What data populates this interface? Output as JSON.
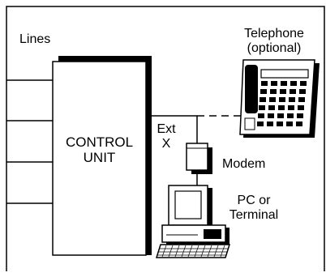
{
  "labels": {
    "lines": "Lines",
    "telephone_line1": "Telephone",
    "telephone_line2": "(optional)",
    "control_line1": "CONTROL",
    "control_line2": "UNIT",
    "ext_line1": "Ext",
    "ext_line2": "X",
    "modem": "Modem",
    "pc_line1": "PC or",
    "pc_line2": "Terminal"
  }
}
